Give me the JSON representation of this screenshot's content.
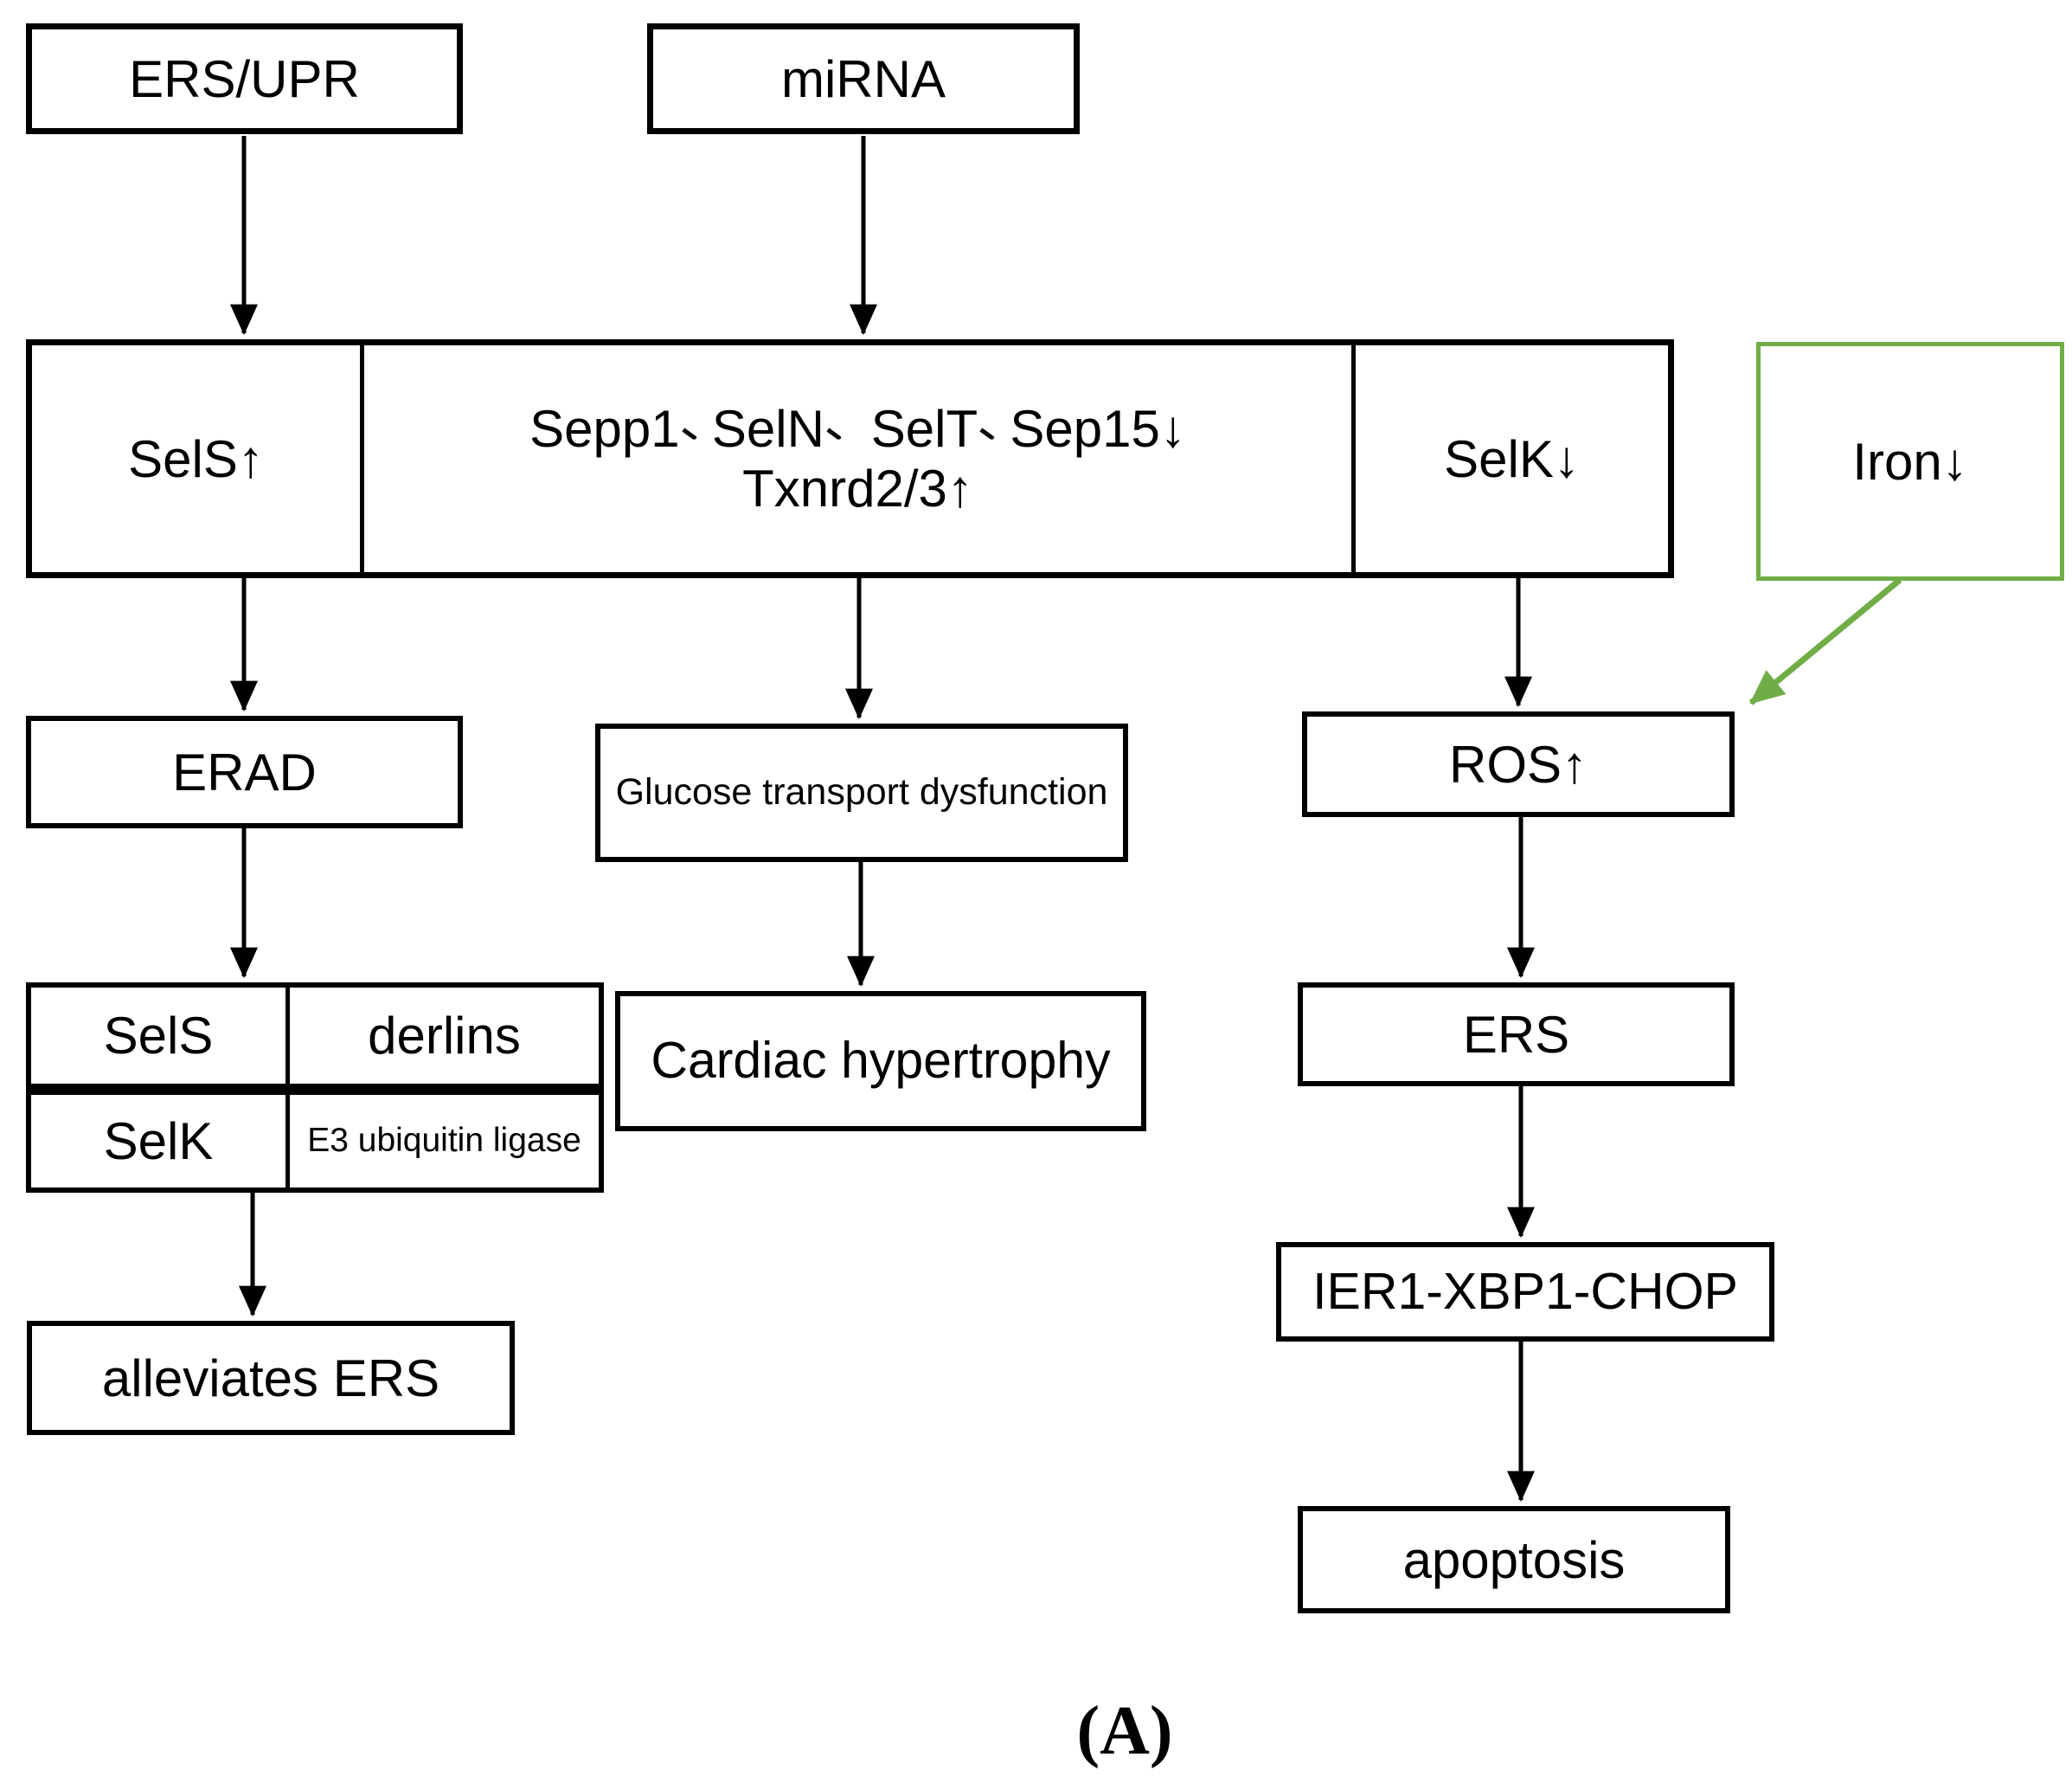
{
  "figure": {
    "caption": "(A)",
    "colors": {
      "stroke": "#000000",
      "green": "#70AD47",
      "background": "#FFFFFF"
    }
  },
  "nodes": {
    "ers_upr": {
      "label": "ERS/UPR"
    },
    "mirna": {
      "label": "miRNA"
    },
    "sels_up": {
      "label": "SelS↑"
    },
    "sel_group": {
      "line1": "Sepp1、SelN、 SelT、Sep15↓",
      "line2": "Txnrd2/3↑"
    },
    "selk_down": {
      "label": "SelK↓"
    },
    "iron": {
      "label": "Iron↓"
    },
    "erad": {
      "label": "ERAD"
    },
    "glucose": {
      "label": "Glucose transport dysfunction"
    },
    "ros": {
      "label": "ROS↑"
    },
    "table": {
      "sels": {
        "label": "SelS"
      },
      "derlins": {
        "label": "derlins"
      },
      "selk": {
        "label": "SelK"
      },
      "e3": {
        "label": "E3 ubiquitin ligase"
      }
    },
    "cardiac": {
      "label": "Cardiac hypertrophy"
    },
    "ers": {
      "label": "ERS"
    },
    "alleviates": {
      "label": "alleviates ERS"
    },
    "ier1": {
      "label": "IER1-XBP1-CHOP"
    },
    "apoptosis": {
      "label": "apoptosis"
    }
  },
  "edges": [
    {
      "from": "ers_upr",
      "to": "sels_up",
      "color": "black"
    },
    {
      "from": "mirna",
      "to": "sel_group",
      "color": "black"
    },
    {
      "from": "sels_up",
      "to": "erad",
      "color": "black"
    },
    {
      "from": "sel_group",
      "to": "glucose",
      "color": "black"
    },
    {
      "from": "selk_down",
      "to": "ros",
      "color": "black"
    },
    {
      "from": "iron",
      "to": "ros",
      "color": "green"
    },
    {
      "from": "erad",
      "to": "table",
      "color": "black"
    },
    {
      "from": "glucose",
      "to": "cardiac",
      "color": "black"
    },
    {
      "from": "ros",
      "to": "ers",
      "color": "black"
    },
    {
      "from": "table",
      "to": "alleviates",
      "color": "black"
    },
    {
      "from": "ers",
      "to": "ier1",
      "color": "black"
    },
    {
      "from": "ier1",
      "to": "apoptosis",
      "color": "black"
    }
  ]
}
